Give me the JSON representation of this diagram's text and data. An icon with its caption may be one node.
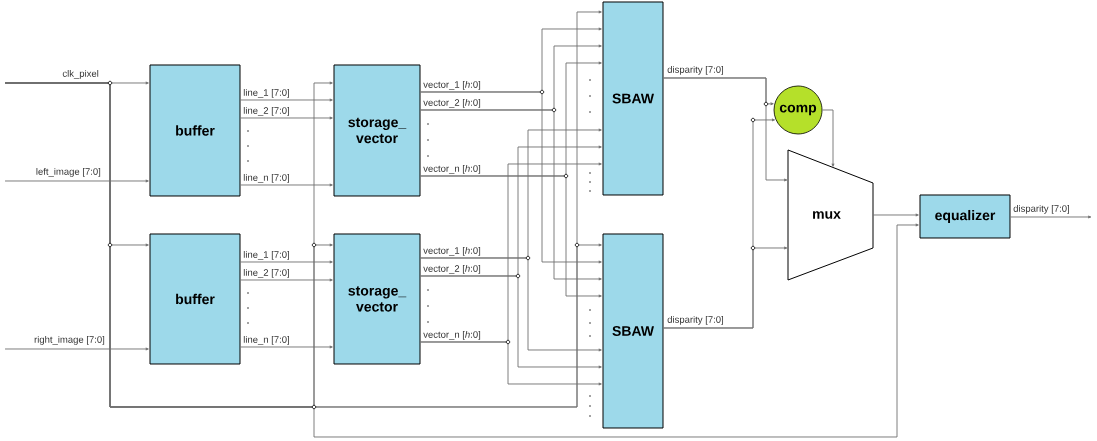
{
  "diagram": {
    "nodes": [
      {
        "text": [
          "buffer"
        ]
      },
      {
        "text": [
          "storage_ vector"
        ]
      },
      {
        "text": [
          "SBAW"
        ]
      },
      {
        "text": [
          "buffer"
        ]
      },
      {
        "text": [
          "storage_ vector"
        ]
      },
      {
        "text": [
          "SBAW"
        ]
      },
      {
        "text": [
          "comp"
        ]
      },
      {
        "text": [
          "mux"
        ]
      },
      {
        "text": [
          "equalizer"
        ]
      }
    ],
    "edges": [
      {
        "from": null,
        "to": 0,
        "arrow": "to",
        "label": "clk_pixel"
      },
      {
        "from": null,
        "to": 3,
        "arrow": "to"
      },
      {
        "from": null,
        "to": 1,
        "arrow": "to"
      },
      {
        "from": null,
        "to": 4,
        "arrow": "to"
      },
      {
        "from": null,
        "to": 2,
        "arrow": "to"
      },
      {
        "from": null,
        "to": 5,
        "arrow": "to"
      },
      {
        "from": null,
        "to": 8,
        "arrow": "to"
      },
      {
        "from": null,
        "to": 0,
        "arrow": "to",
        "label": "left_image [7:0]"
      },
      {
        "from": null,
        "to": 3,
        "arrow": "to",
        "label": "right_image [7:0]"
      },
      {
        "from": 0,
        "to": 1,
        "arrow": "to",
        "label": "line_1 [7:0]"
      },
      {
        "from": 0,
        "to": 1,
        "arrow": "to",
        "label": "line_2 [7:0]"
      },
      {
        "from": 0,
        "to": 1,
        "arrow": "to",
        "label": "line_n [7:0]"
      },
      {
        "from": 3,
        "to": 4,
        "arrow": "to",
        "label": "line_1 [7:0]"
      },
      {
        "from": 3,
        "to": 4,
        "arrow": "to",
        "label": "line_2 [7:0]"
      },
      {
        "from": 3,
        "to": 4,
        "arrow": "to",
        "label": "line_n [7:0]"
      },
      {
        "from": 1,
        "to": 2,
        "arrow": "to",
        "label": "vector_1 [*h*:0]"
      },
      {
        "from": 1,
        "to": 5,
        "arrow": "to"
      },
      {
        "from": 1,
        "to": 2,
        "arrow": "to",
        "label": "vector_2 [*h*:0]"
      },
      {
        "from": 1,
        "to": 5,
        "arrow": "to"
      },
      {
        "from": 1,
        "to": 2,
        "arrow": "to",
        "label": "vector_n [*h*:0]"
      },
      {
        "from": 1,
        "to": 5,
        "arrow": "to"
      },
      {
        "from": 4,
        "to": 5,
        "arrow": "to",
        "label": "vector_1 [*h*:0]"
      },
      {
        "from": 4,
        "to": 2,
        "arrow": "to"
      },
      {
        "from": 4,
        "to": 5,
        "arrow": "to",
        "label": "vector_2 [*h*:0]"
      },
      {
        "from": 4,
        "to": 2,
        "arrow": "to"
      },
      {
        "from": 4,
        "to": 5,
        "arrow": "to",
        "label": "vector_n [*h*:0]"
      },
      {
        "from": 4,
        "to": 2,
        "arrow": "to"
      },
      {
        "from": 2,
        "to": 6,
        "arrow": "to",
        "label": "disparity [7:0]"
      },
      {
        "from": 2,
        "to": 7,
        "arrow": "to"
      },
      {
        "from": 5,
        "to": 6,
        "arrow": "to",
        "label": "disparity [7:0]"
      },
      {
        "from": 5,
        "to": 7,
        "arrow": "to"
      },
      {
        "from": 6,
        "to": 7,
        "arrow": "to"
      },
      {
        "from": 7,
        "to": 8,
        "arrow": "to"
      },
      {
        "from": 8,
        "to": null,
        "arrow": "to",
        "label": "disparity [7:0]"
      }
    ]
  }
}
